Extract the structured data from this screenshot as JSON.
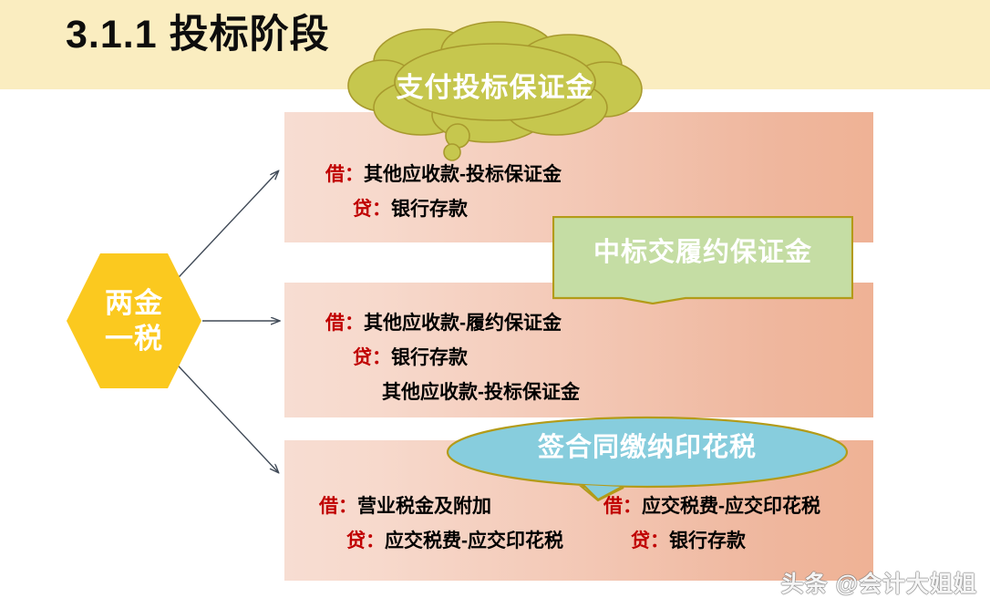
{
  "slide": {
    "title": "3.1.1 投标阶段",
    "header_color": "#FAEDC0",
    "background_color": "#FFFFFF"
  },
  "hexagon": {
    "line1": "两金",
    "line2": "一税",
    "fill_color": "#FBC91F",
    "text_color": "#FFFFFF"
  },
  "callouts": {
    "cloud": {
      "label": "支付投标保证金",
      "shape": "thought-cloud",
      "fill_color": "#C6C74E",
      "border_color": "#A89A2E",
      "text_color": "#FFFFFF"
    },
    "green_box": {
      "label": "中标交履约保证金",
      "shape": "rectangle-with-notch-tail",
      "fill_color": "#C5DDA4",
      "border_color": "#B39B18",
      "text_color": "#FFFFFF"
    },
    "blue_ellipse": {
      "label": "签合同缴纳印花税",
      "shape": "ellipse-with-tail",
      "fill_color": "#87CDDD",
      "border_color": "#B39B18",
      "text_color": "#FFFFFF"
    }
  },
  "entries": [
    {
      "id": "entry-1",
      "band_color_start": "#F7DDD2",
      "band_color_end": "#EFB295",
      "columns": [
        {
          "lines": [
            {
              "marker": "借：",
              "account": "其他应收款-投标保证金",
              "indent": 0
            },
            {
              "marker": "贷：",
              "account": "银行存款",
              "indent": 1
            }
          ]
        }
      ]
    },
    {
      "id": "entry-2",
      "band_color_start": "#F7DDD2",
      "band_color_end": "#EFB295",
      "columns": [
        {
          "lines": [
            {
              "marker": "借：",
              "account": "其他应收款-履约保证金",
              "indent": 0
            },
            {
              "marker": "贷：",
              "account": "银行存款",
              "indent": 1
            },
            {
              "marker": "",
              "account": "其他应收款-投标保证金",
              "indent": 2
            }
          ]
        }
      ]
    },
    {
      "id": "entry-3",
      "band_color_start": "#F7DDD2",
      "band_color_end": "#EFB295",
      "columns": [
        {
          "lines": [
            {
              "marker": "借：",
              "account": "营业税金及附加",
              "indent": 0
            },
            {
              "marker": "贷：",
              "account": "应交税费-应交印花税",
              "indent": 1
            }
          ]
        },
        {
          "lines": [
            {
              "marker": "借：",
              "account": "应交税费-应交印花税",
              "indent": 0
            },
            {
              "marker": "贷：",
              "account": "银行存款",
              "indent": 1
            }
          ]
        }
      ]
    }
  ],
  "entry_text": {
    "e1_l1_marker": "借：",
    "e1_l1_account": "其他应收款-投标保证金",
    "e1_l2_marker": "贷：",
    "e1_l2_account": "银行存款",
    "e2_l1_marker": "借：",
    "e2_l1_account": "其他应收款-履约保证金",
    "e2_l2_marker": "贷：",
    "e2_l2_account": "银行存款",
    "e2_l3_account": "其他应收款-投标保证金",
    "e3a_l1_marker": "借：",
    "e3a_l1_account": "营业税金及附加",
    "e3a_l2_marker": "贷：",
    "e3a_l2_account": "应交税费-应交印花税",
    "e3b_l1_marker": "借：",
    "e3b_l1_account": "应交税费-应交印花税",
    "e3b_l2_marker": "贷：",
    "e3b_l2_account": "银行存款"
  },
  "arrows": {
    "color": "#404A57",
    "count": 3,
    "description": "three connector arrows from hexagon to each entry band"
  },
  "watermark": {
    "text": "头条 @会计大姐姐"
  }
}
